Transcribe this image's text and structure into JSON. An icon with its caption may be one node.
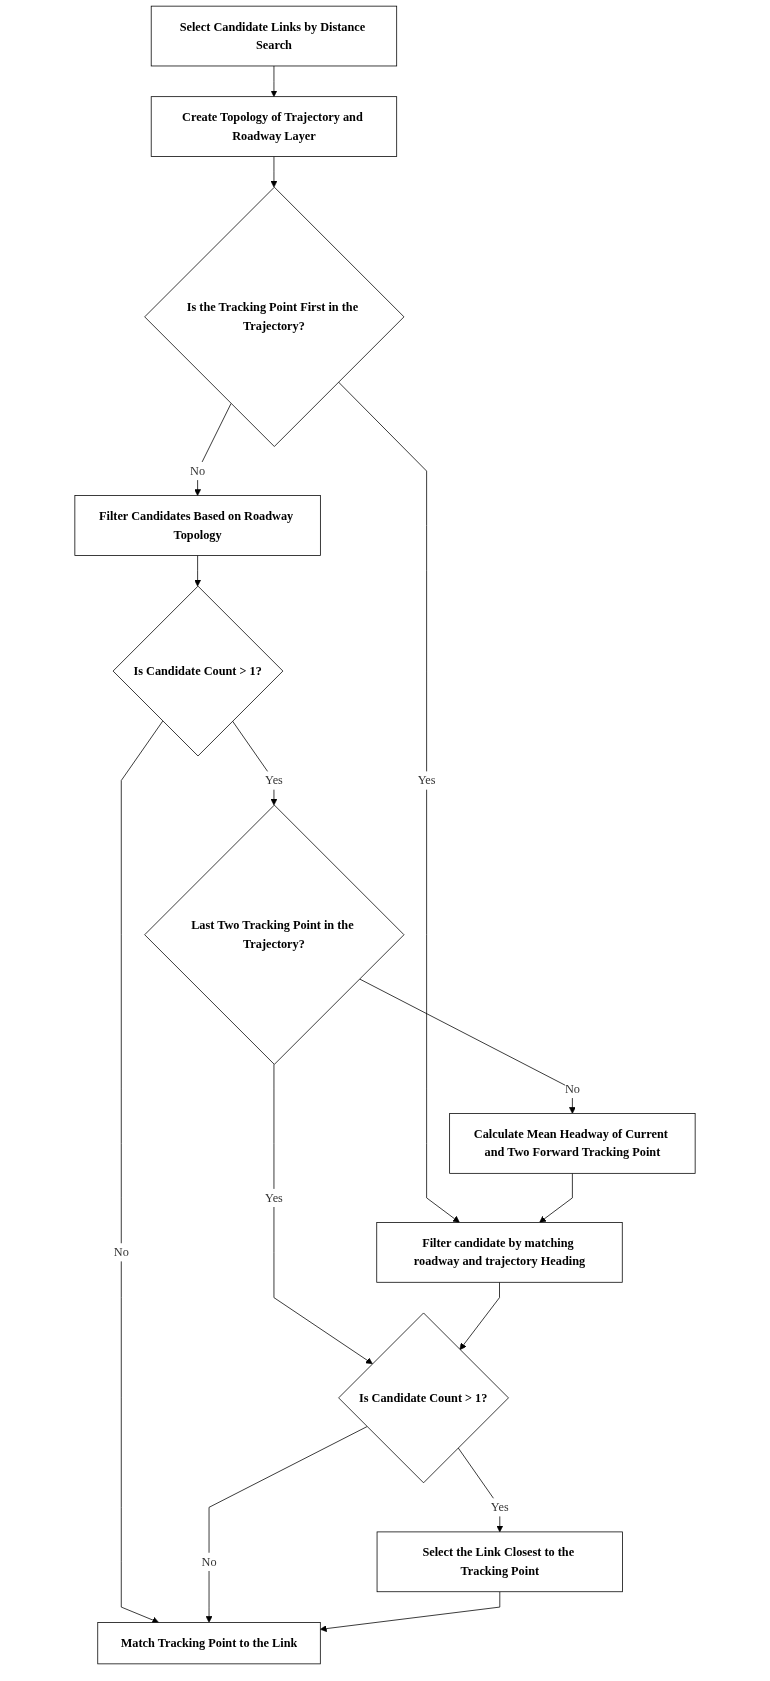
{
  "diagram": {
    "nodes": [
      {
        "text": [
          "Select Candidate Links by Distance Search"
        ]
      },
      {
        "text": [
          "Create Topology of Trajectory and Roadway Layer"
        ]
      },
      {
        "text": [
          "Is the Tracking Point First in the Trajectory?"
        ]
      },
      {
        "text": [
          "Filter Candidates Based on Roadway Topology"
        ]
      },
      {
        "text": [
          "Is Candidate Count > 1?"
        ]
      },
      {
        "text": [
          "Last Two Tracking Point in the Trajectory?"
        ]
      },
      {
        "text": [
          "Calculate Mean Headway of Current and Two Forward Tracking Point"
        ]
      },
      {
        "text": [
          "Filter candidate by matching roadway and trajectory Heading"
        ]
      },
      {
        "text": [
          "Is Candidate Count > 1?"
        ]
      },
      {
        "text": [
          "Select the Link Closest to the Tracking Point"
        ]
      },
      {
        "text": [
          "Match Tracking Point to the Link"
        ]
      }
    ],
    "edges": [
      {
        "from": 0,
        "to": 1,
        "arrow": "to"
      },
      {
        "from": 1,
        "to": 2,
        "arrow": "to"
      },
      {
        "from": 2,
        "to": 3,
        "arrow": "to",
        "label": "No"
      },
      {
        "from": 2,
        "to": 7,
        "arrow": "to",
        "label": "Yes"
      },
      {
        "from": 3,
        "to": 4,
        "arrow": "to"
      },
      {
        "from": 4,
        "to": 5,
        "arrow": "to",
        "label": "Yes"
      },
      {
        "from": 4,
        "to": 10,
        "arrow": "to",
        "label": "No"
      },
      {
        "from": 5,
        "to": 6,
        "arrow": "to",
        "label": "No"
      },
      {
        "from": 5,
        "to": 8,
        "arrow": "to",
        "label": "Yes"
      },
      {
        "from": 6,
        "to": 7,
        "arrow": "to"
      },
      {
        "from": 7,
        "to": 8,
        "arrow": "to"
      },
      {
        "from": 8,
        "to": 9,
        "arrow": "to",
        "label": "Yes"
      },
      {
        "from": 8,
        "to": 10,
        "arrow": "to",
        "label": "No"
      },
      {
        "from": 9,
        "to": 10,
        "arrow": "to"
      }
    ]
  }
}
